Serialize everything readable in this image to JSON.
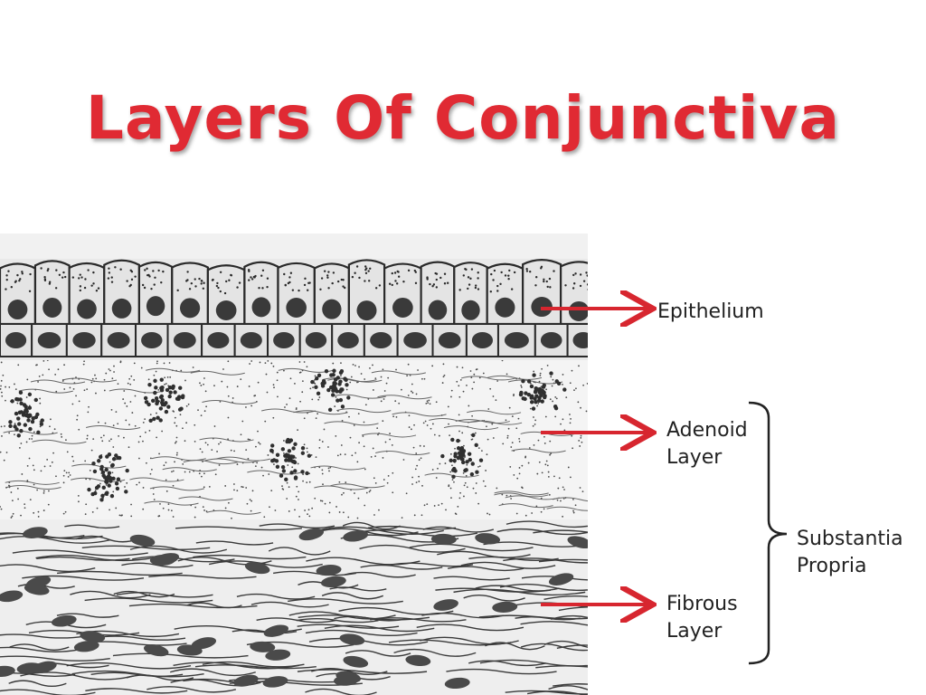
{
  "slide": {
    "title": "Layers Of Conjunctiva"
  },
  "labels": {
    "epithelium": "Epithelium",
    "adenoid_layer": "Adenoid\nLayer",
    "fibrous_layer": "Fibrous\nLayer",
    "substantia_propria": "Substantia\nPropria"
  },
  "colors": {
    "title": "#e02a33",
    "arrow": "#d7262f",
    "ink": "#2a2a2a"
  }
}
